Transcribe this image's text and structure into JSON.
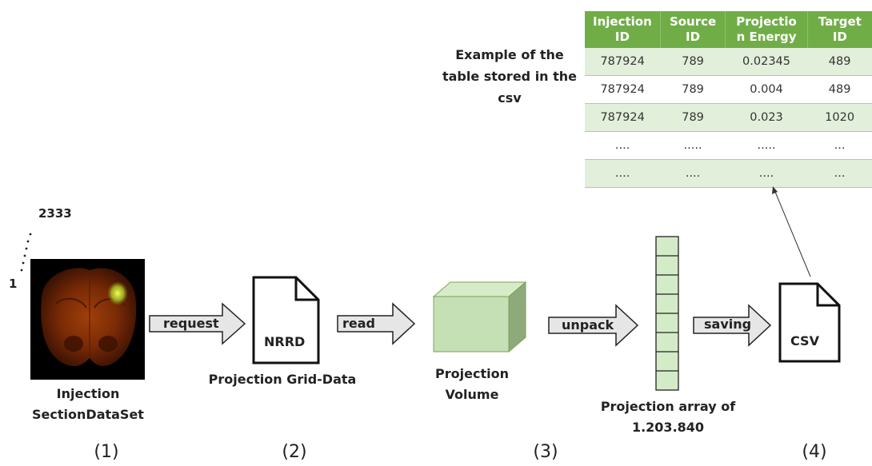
{
  "table": {
    "caption": [
      "Example of the",
      "table stored in the",
      "csv"
    ],
    "headers": [
      [
        "Injection",
        "ID"
      ],
      [
        "Source",
        "ID"
      ],
      [
        "Projectio",
        "n Energy"
      ],
      [
        "Target",
        "ID"
      ]
    ],
    "rows": [
      [
        "787924",
        "789",
        "0.02345",
        "489"
      ],
      [
        "787924",
        "789",
        "0.004",
        "489"
      ],
      [
        "787924",
        "789",
        "0.023",
        "1020"
      ],
      [
        "....",
        ".....",
        ".....",
        "..."
      ],
      [
        "....",
        "....",
        "....",
        "..."
      ]
    ],
    "header_color": "#70ad47",
    "alt_row_color": "#e2efda"
  },
  "stack": {
    "top_label": "2333",
    "bottom_label": "1"
  },
  "steps": {
    "s1": {
      "caption": [
        "Injection",
        "SectionDataSet"
      ],
      "number": "(1)"
    },
    "s2": {
      "file_label": "NRRD",
      "caption": "Projection Grid-Data",
      "number": "(2)"
    },
    "s3": {
      "caption": [
        "Projection",
        "Volume"
      ],
      "number": "(3)"
    },
    "s4": {
      "caption": [
        "Projection array of",
        "1.203.840"
      ]
    },
    "s5": {
      "file_label": "CSV",
      "number": "(4)"
    }
  },
  "arrows": {
    "request": "request",
    "read": "read",
    "unpack": "unpack",
    "saving": "saving"
  },
  "colors": {
    "cube_front": "#c5e0b4",
    "cube_top": "#d7ebc9",
    "cube_side": "#8faa7a",
    "array_fill": "#d4ebc7",
    "arrow_fill": "#e6e6e6"
  }
}
